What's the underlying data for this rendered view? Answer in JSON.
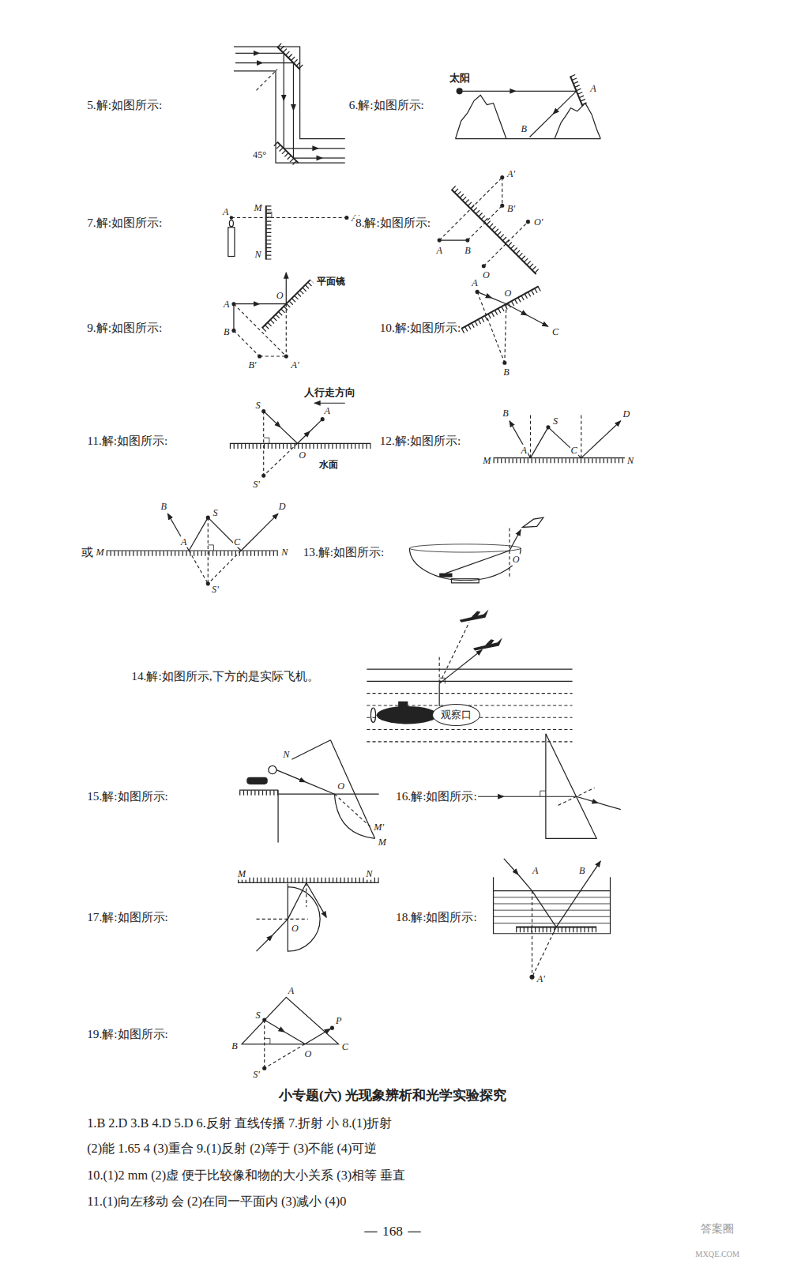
{
  "diagram": {
    "nodes": [
      {
        "text": [
          "观察口"
        ]
      }
    ],
    "edges": [],
    "labels": [
      "5.解:如图所示:",
      "45°",
      "6.解:如图所示:",
      "太阳",
      "A",
      "B",
      "7.解:如图所示:",
      "M",
      "A",
      "A'",
      "N",
      "8.解:如图所示:",
      "A'",
      "B'",
      "O'",
      "A",
      "B",
      "O",
      "9.解:如图所示:",
      "平面镜",
      "A",
      "O",
      "B",
      "B'",
      "A'",
      "10.解:如图所示:",
      "A",
      "O",
      "C",
      "B",
      "人行走方向",
      "S",
      "A",
      "11.解:如图所示:",
      "O",
      "水面",
      "S'",
      "12.解:如图所示:",
      "B",
      "S",
      "D",
      "M",
      "A",
      "C",
      "N",
      "或",
      "M",
      "B",
      "S",
      "D",
      "A",
      "C",
      "N",
      "S'",
      "13.解:如图所示:",
      "O",
      "14.解:如图所示,下方的是实际飞机。",
      "15.解:如图所示:",
      "N",
      "O",
      "M'",
      "M",
      "16.解:如图所示:",
      "17.解:如图所示:",
      "M",
      "N",
      "O",
      "18.解:如图所示:",
      "A",
      "B",
      "A'",
      "19.解:如图所示:",
      "A",
      "S",
      "P",
      "B",
      "O",
      "C",
      "S'",
      "小专题(六)  光现象辨析和光学实验探究",
      "1.B  2.D  3.B  4.D  5.D  6.反射  直线传播  7.折射  小  8.(1)折射",
      "(2)能  1.65  4  (3)重合  9.(1)反射  (2)等于  (3)不能  (4)可逆",
      "10.(1)2 mm  (2)虚  便于比较像和物的大小关系  (3)相等  垂直",
      "11.(1)向左移动  会  (2)在同一平面内  (3)减小  (4)0",
      "168",
      "答案圈",
      "MXQE.COM"
    ]
  }
}
